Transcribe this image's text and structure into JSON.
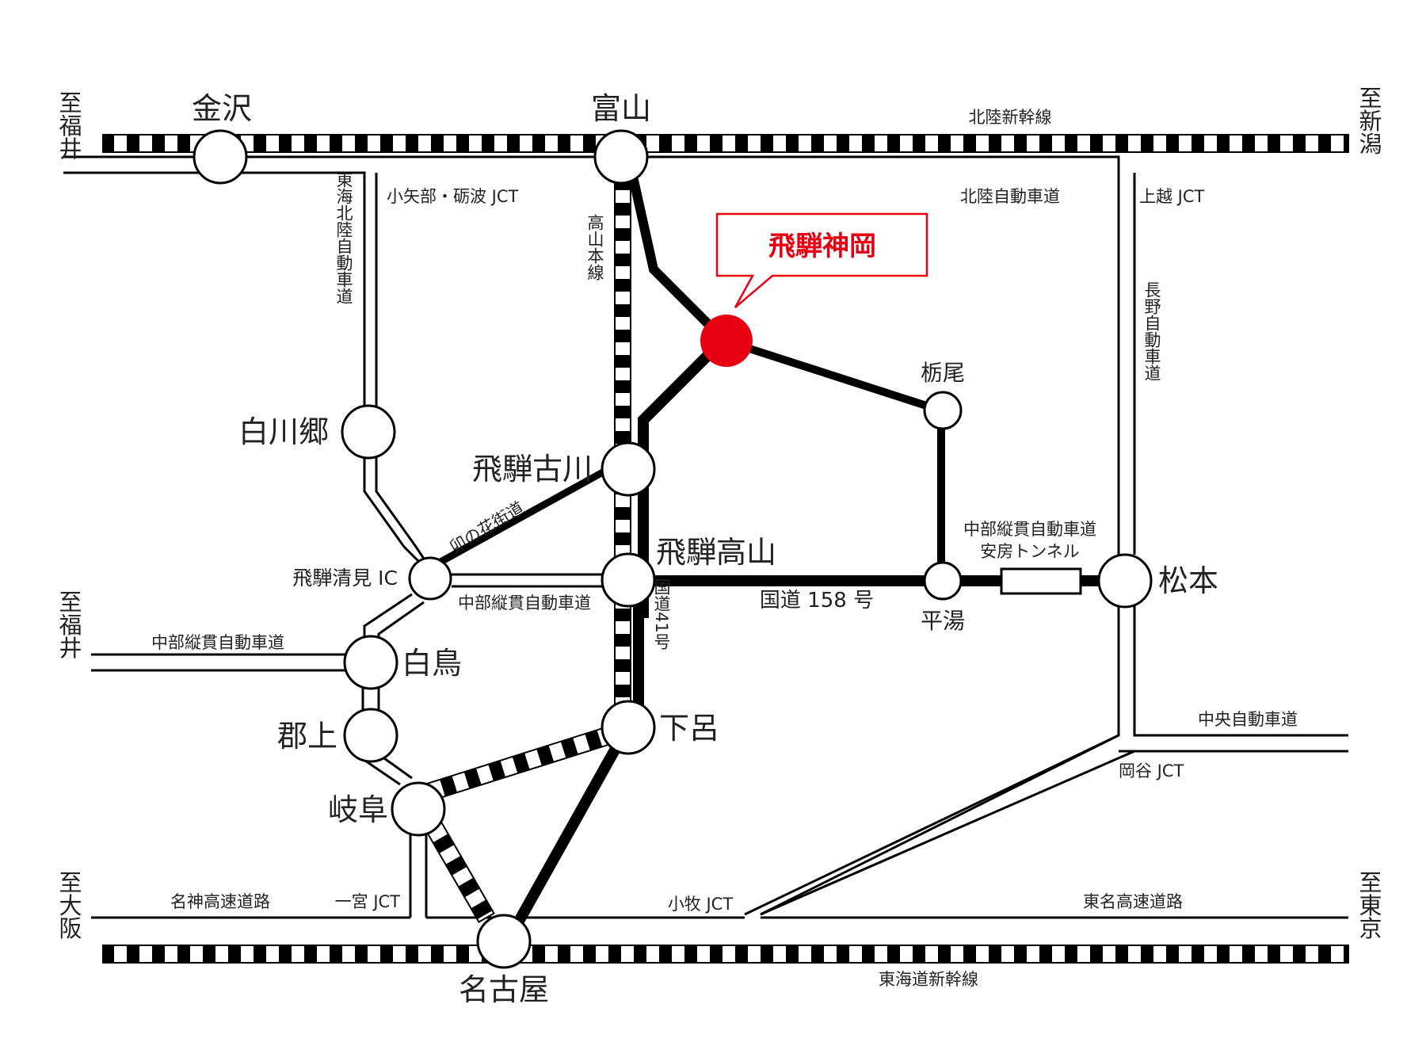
{
  "colors": {
    "highlight": "#e60012",
    "line": "#000000",
    "background": "#ffffff"
  },
  "callout": {
    "label": "飛騨神岡"
  },
  "cities": {
    "kanazawa": "金沢",
    "toyama": "富山",
    "shirakawago": "白川郷",
    "hida_furukawa": "飛騨古川",
    "hida_takayama": "飛騨高山",
    "tochio": "栃尾",
    "hirayu": "平湯",
    "matsumoto": "松本",
    "hida_kiyomi_ic": "飛騨清見 IC",
    "shirotori": "白鳥",
    "gujo": "郡上",
    "gero": "下呂",
    "gifu": "岐阜",
    "nagoya": "名古屋"
  },
  "routes": {
    "hokuriku_shinkansen": "北陸新幹線",
    "tokaido_shinkansen": "東海道新幹線",
    "hokuriku_expressway": "北陸自動車道",
    "tokai_hokuriku_expressway": "東海北陸自動車道",
    "takayama_line": "高山本線",
    "unohana_kaido": "卯の花街道",
    "chubu_jukan_1": "中部縦貫自動車道",
    "chubu_jukan_2": "中部縦貫自動車道",
    "chubu_jukan_abo_1": "中部縦貫自動車道",
    "chubu_jukan_abo_2": "安房トンネル",
    "route_158": "国道 158 号",
    "route_41": "国道41号",
    "nagano_expressway": "長野自動車道",
    "chuo_expressway": "中央自動車道",
    "meishin_expressway": "名神高速道路",
    "tomei_expressway": "東名高速道路"
  },
  "junctions": {
    "oyabe_tonami": "小矢部・砺波 JCT",
    "joetsu": "上越 JCT",
    "okaya": "岡谷 JCT",
    "ichinomiya": "一宮 JCT",
    "komaki": "小牧 JCT"
  },
  "directions": {
    "to_fukui_top": "至福井",
    "to_niigata": "至新潟",
    "to_fukui_mid": "至福井",
    "to_osaka": "至大阪",
    "to_tokyo": "至東京"
  }
}
